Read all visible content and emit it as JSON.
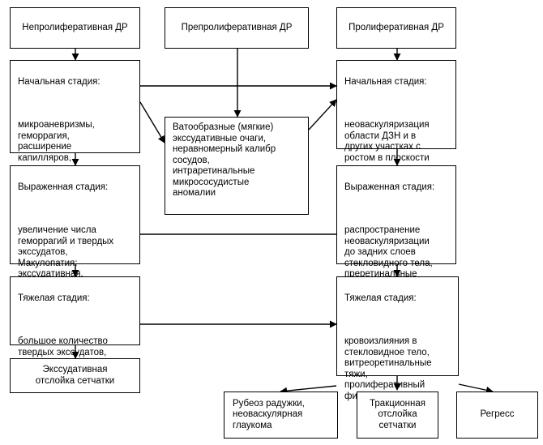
{
  "headers": {
    "nonprolif": "Непролиферативная ДР",
    "preprolif": "Препролиферативная ДР",
    "prolif": "Пролиферативная ДР"
  },
  "nonprolif": {
    "initial": {
      "title": "Начальная стадия:",
      "body": "микроаневризмы,\nгеморрагия,\nрасширение\nкапилляров,\nтвердые экссудаты"
    },
    "expressed": {
      "title": "Выраженная стадия:",
      "body": "увеличение числа\nгеморрагий и твердых\nэкссудатов,\nМакулопатия:\nэкссудативная,\nишемическая, отёчная"
    },
    "severe": {
      "title": "Тяжелая стадия:",
      "body": "большое количество\nтвердых экссудатов,\nдиффузный отек"
    },
    "outcome": "Экссудативная\nотслойка сетчатки"
  },
  "preprolif": {
    "body": "Ватообразные (мягкие)\nэкссудативные очаги,\nнеравномерный калибр\nсосудов,\nинтраретинальные\nмикрососудистые\nаномалии"
  },
  "prolif": {
    "initial": {
      "title": "Начальная стадия:",
      "body": "неоваскуляризация\nобласти ДЗН и в\nдругих участках с\nростом в плоскости\nсетчатки"
    },
    "expressed": {
      "title": "Выраженная стадия:",
      "body": "распространение\nнеоваскуляризации\nдо задних слоев\nстекловидного тела,\nпреретинальные\nкровоизлияния"
    },
    "severe": {
      "title": "Тяжелая стадия:",
      "body": "кровоизлияния в\nстекловидное тело,\nвитреоретинальные\nтяжи,\nпролиферативный\nфиброз"
    },
    "outcomes": {
      "rubeosis": "Рубеоз радужки,\nнеоваскулярная\nглаукома",
      "traction": "Тракционная\nотслойка\nсетчатки",
      "regress": "Регресс"
    }
  }
}
